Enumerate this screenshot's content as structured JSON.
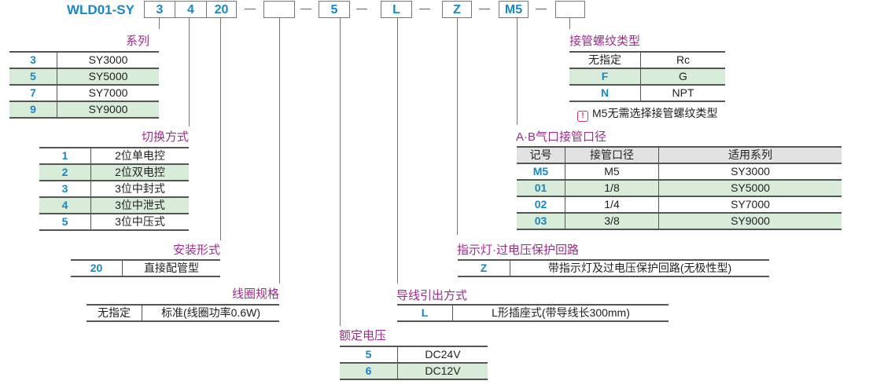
{
  "header": {
    "prefix": "WLD01-SY",
    "segments": [
      "3",
      "4",
      "20",
      "",
      "5",
      "L",
      "Z",
      "M5",
      ""
    ]
  },
  "series": {
    "title": "系列",
    "rows": [
      [
        "3",
        "SY3000"
      ],
      [
        "5",
        "SY5000"
      ],
      [
        "7",
        "SY7000"
      ],
      [
        "9",
        "SY9000"
      ]
    ]
  },
  "switching": {
    "title": "切换方式",
    "rows": [
      [
        "1",
        "2位单电控"
      ],
      [
        "2",
        "2位双电控"
      ],
      [
        "3",
        "3位中封式"
      ],
      [
        "4",
        "3位中泄式"
      ],
      [
        "5",
        "3位中压式"
      ]
    ]
  },
  "mounting": {
    "title": "安装形式",
    "rows": [
      [
        "20",
        "直接配管型"
      ]
    ]
  },
  "coil": {
    "title": "线圈规格",
    "rows": [
      [
        "无指定",
        "标准(线圈功率0.6W)"
      ]
    ]
  },
  "voltage": {
    "title": "额定电压",
    "rows": [
      [
        "5",
        "DC24V"
      ],
      [
        "6",
        "DC12V"
      ]
    ]
  },
  "lead": {
    "title": "导线引出方式",
    "rows": [
      [
        "L",
        "L形插座式(带导线长300mm)"
      ]
    ]
  },
  "indicator": {
    "title": "指示灯·过电压保护回路",
    "rows": [
      [
        "Z",
        "带指示灯及过电压保护回路(无极性型)"
      ]
    ]
  },
  "port": {
    "title": "A·B气口接管口径",
    "headers": [
      "记号",
      "接管口径",
      "适用系列"
    ],
    "rows": [
      [
        "M5",
        "M5",
        "SY3000"
      ],
      [
        "01",
        "1/8",
        "SY5000"
      ],
      [
        "02",
        "1/4",
        "SY7000"
      ],
      [
        "03",
        "3/8",
        "SY9000"
      ]
    ]
  },
  "thread": {
    "title": "接管螺纹类型",
    "rows": [
      [
        "无指定",
        "Rc"
      ],
      [
        "F",
        "G"
      ],
      [
        "N",
        "NPT"
      ]
    ],
    "note": "M5无需选择接管螺纹类型",
    "note_icon": "!"
  }
}
